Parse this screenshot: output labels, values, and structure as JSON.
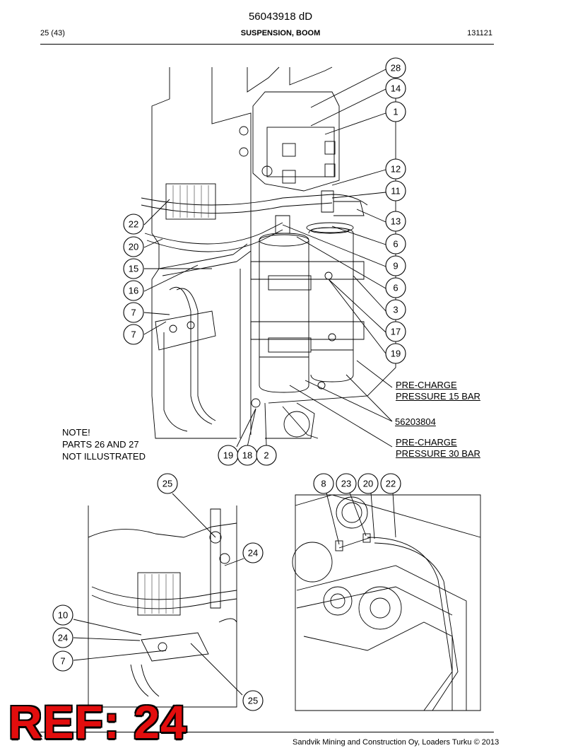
{
  "header": {
    "doc_number": "56043918 dD",
    "page": "25 (43)",
    "section": "SUSPENSION, BOOM",
    "date_code": "131121"
  },
  "note": {
    "line1": "NOTE!",
    "line2": "PARTS 26 AND 27",
    "line3": "NOT ILLUSTRATED"
  },
  "annotations": {
    "precharge_15_line1": "PRE-CHARGE",
    "precharge_15_line2": "PRESSURE 15 BAR",
    "part_number": "56203804",
    "precharge_30_line1": "PRE-CHARGE",
    "precharge_30_line2": "PRESSURE 30 BAR"
  },
  "callouts_main": [
    "28",
    "14",
    "1",
    "12",
    "11",
    "13",
    "6",
    "9",
    "6",
    "3",
    "17",
    "19",
    "22",
    "20",
    "15",
    "16",
    "7",
    "7",
    "19",
    "18",
    "2"
  ],
  "callouts_detail_left": [
    "25",
    "24",
    "10",
    "24",
    "7",
    "25"
  ],
  "callouts_detail_right": [
    "8",
    "23",
    "20",
    "22"
  ],
  "footer": {
    "text": "Sandvik Mining and Construction Oy, Loaders Turku © 2013",
    "stamp": "REF: 24"
  }
}
